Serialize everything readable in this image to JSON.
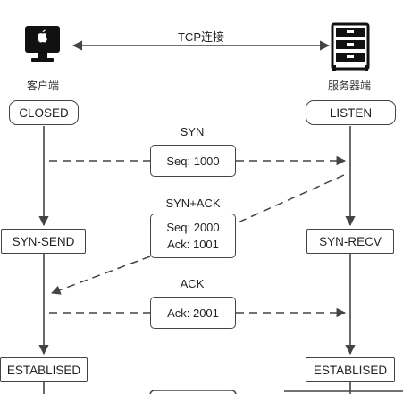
{
  "connection_label": "TCP连接",
  "client": {
    "icon": "desktop-computer-icon",
    "label": "客户端",
    "states": [
      "CLOSED",
      "SYN-SEND",
      "ESTABLISED"
    ]
  },
  "server": {
    "icon": "server-icon",
    "label": "服务器端",
    "states": [
      "LISTEN",
      "SYN-RECV",
      "ESTABLISED"
    ]
  },
  "messages": [
    {
      "name": "SYN",
      "lines": [
        "Seq: 1000"
      ]
    },
    {
      "name": "SYN+ACK",
      "lines": [
        "Seq: 2000",
        "Ack: 1001"
      ]
    },
    {
      "name": "ACK",
      "lines": [
        "Ack: 2001"
      ]
    }
  ],
  "colors": {
    "stroke": "#444444",
    "text": "#222222",
    "background": "#ffffff"
  }
}
